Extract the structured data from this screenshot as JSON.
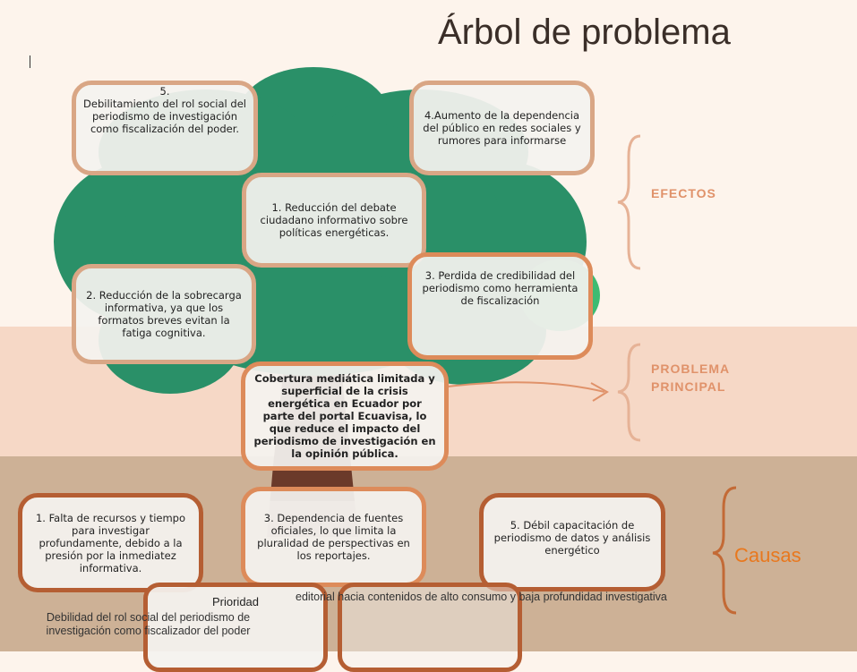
{
  "title": "Árbol de problema",
  "labels": {
    "efectos": "EFECTOS",
    "problema": "PROBLEMA\nPRINCIPAL",
    "causas": "Causas"
  },
  "effects": [
    "5.\nDebilitamiento del rol social del periodismo de investigación como fiscalización  del poder.",
    "4.Aumento de la dependencia del público en redes sociales y rumores para informarse",
    "1.   Reducción del debate ciudadano informativo sobre políticas energéticas.",
    "2. Reducción de la sobrecarga informativa, ya que los formatos breves evitan la fatiga cognitiva.",
    "3. Perdida de credibilidad del periodismo como herramienta de fiscalización"
  ],
  "problem": "Cobertura mediática limitada y superficial de la crisis energética en Ecuador por parte del portal Ecuavisa, lo que reduce el impacto del periodismo de investigación en la opinión pública.",
  "causes": [
    "1. Falta de recursos y tiempo para investigar profundamente, debido a la presión por la inmediatez informativa.",
    "3. Dependencia de fuentes oficiales, lo que limita la pluralidad de perspectivas en los reportajes.",
    "5. Débil capacitación de periodismo de datos y análisis energético"
  ],
  "bottom": {
    "prioridad": "Prioridad",
    "debilidad": "Debilidad del rol social del periodismo de investigación como fiscalizador del poder",
    "editorial": "editorial hacia contenidos de alto consumo y baja profundidad investigativa"
  },
  "colors": {
    "tree_green": "#2a9068",
    "tree_green_light": "#3dbb72",
    "trunk": "#6b3a2a",
    "accent_orange": "#e8781e",
    "label_salmon": "#e0926a"
  }
}
